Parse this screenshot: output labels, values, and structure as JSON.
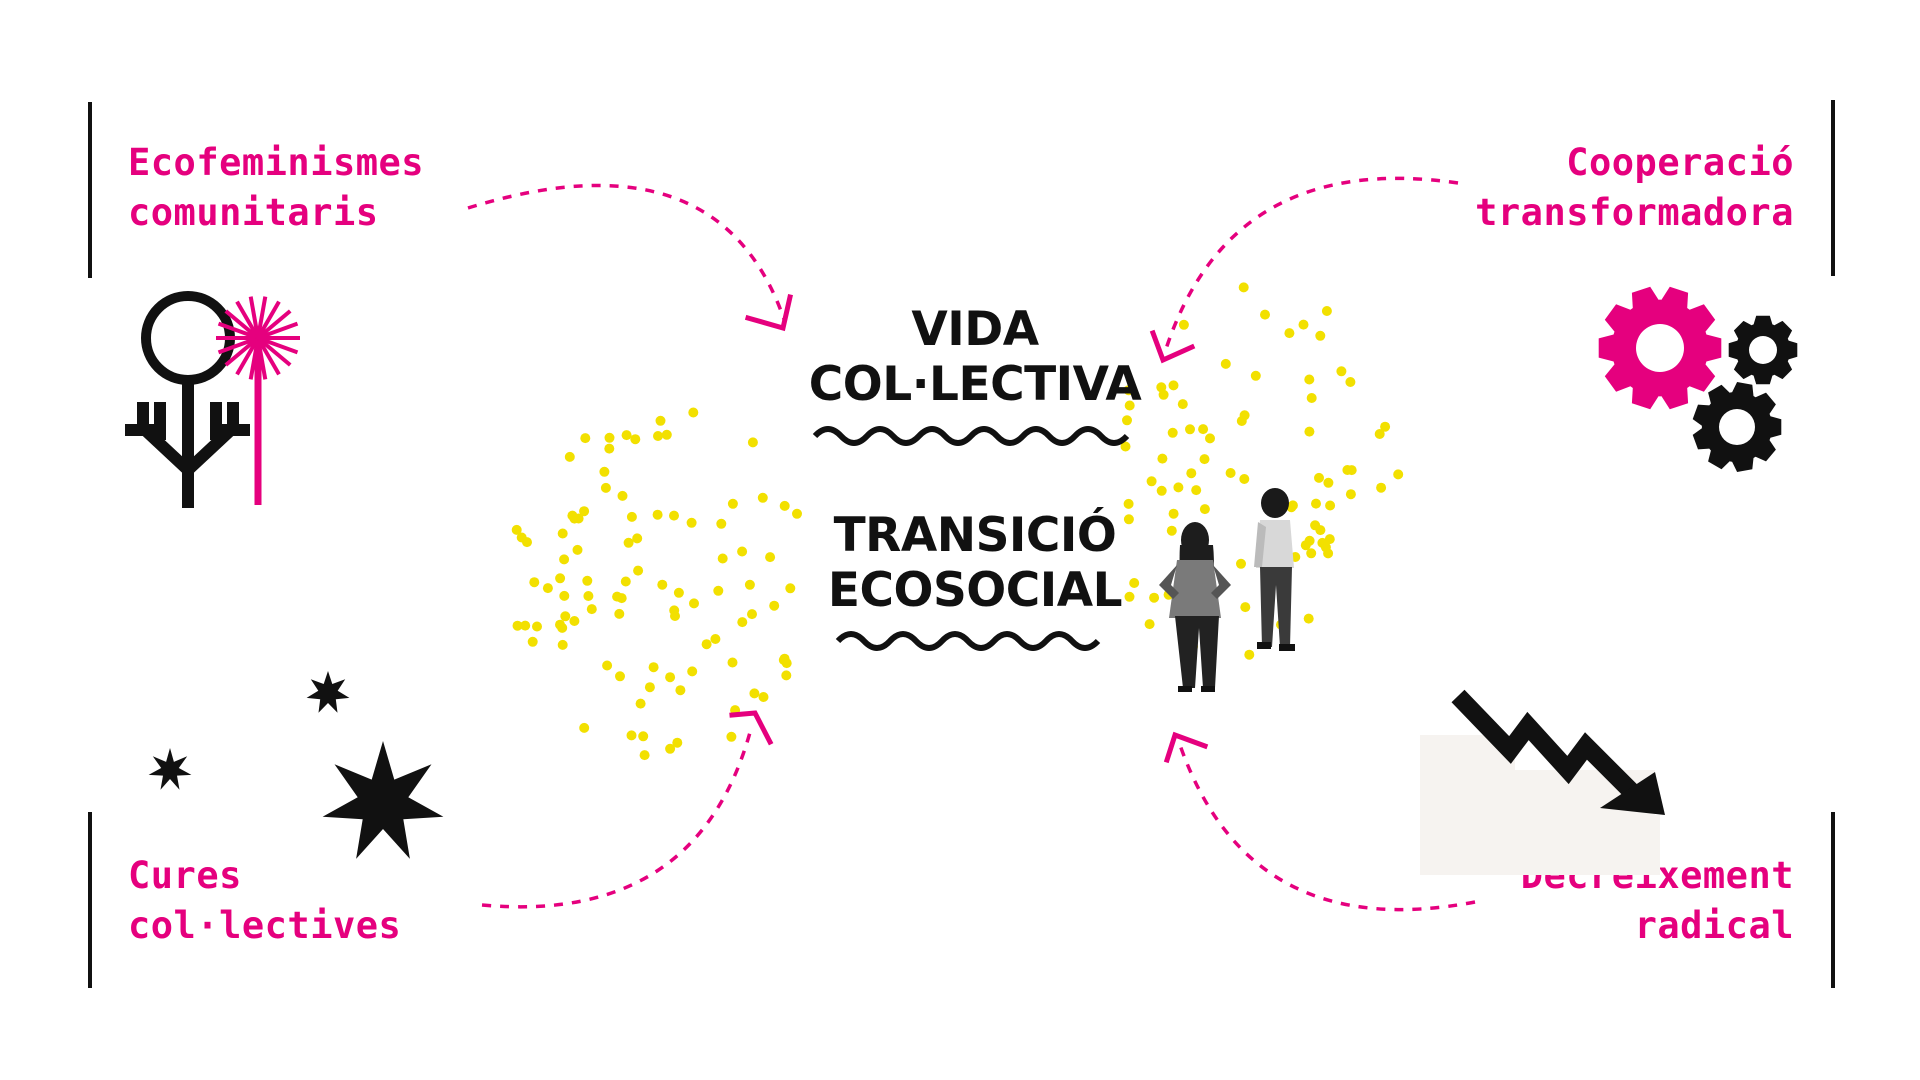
{
  "center": {
    "title1_line1": "VIDA",
    "title1_line2": "COL·LECTIVA",
    "title2_line1": "TRANSICIÓ",
    "title2_line2": "ECOSOCIAL"
  },
  "corners": {
    "top_left": {
      "line1": "Ecofeminismes",
      "line2": "comunitaris",
      "icon": "ecofeminism-symbol-icon"
    },
    "top_right": {
      "line1": "Cooperació",
      "line2": "transformadora",
      "icon": "gears-icon"
    },
    "bottom_left": {
      "line1": "Cures",
      "line2": "col·lectives",
      "icon": "stars-icon"
    },
    "bottom_right": {
      "line1": "Decreixement",
      "line2": "radical",
      "icon": "downward-zigzag-arrow-icon"
    }
  },
  "colors": {
    "accent": "#e5007e",
    "dots": "#f2e000",
    "ink": "#111111"
  }
}
